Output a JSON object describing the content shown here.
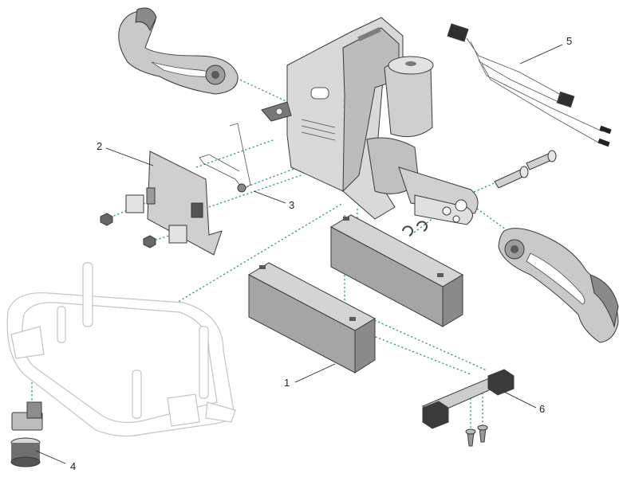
{
  "colors": {
    "guide": "#2e9a6e",
    "part_fill": "#d7d7d7",
    "part_dark": "#8d8d8d",
    "part_shadow": "#a9a9a9",
    "ghost_outline": "#c4c4c4",
    "text": "#222222"
  },
  "callouts": [
    {
      "id": "1",
      "label": "1"
    },
    {
      "id": "2",
      "label": "2"
    },
    {
      "id": "3",
      "label": "3"
    },
    {
      "id": "4",
      "label": "4"
    },
    {
      "id": "5",
      "label": "5"
    },
    {
      "id": "6",
      "label": "6"
    }
  ]
}
